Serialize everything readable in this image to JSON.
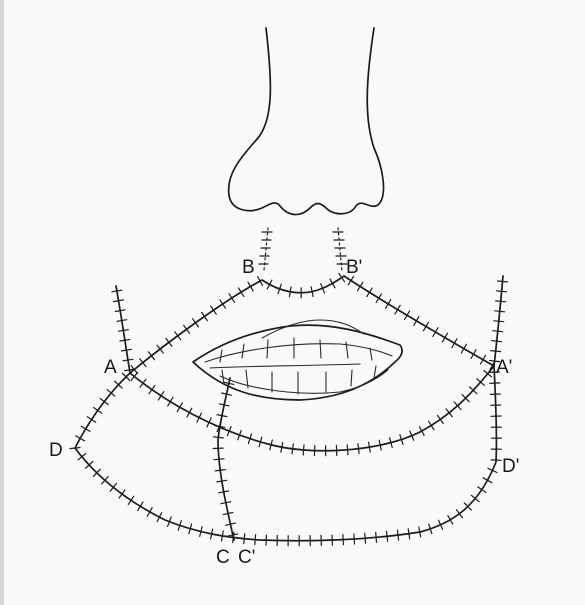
{
  "labels": {
    "a": "A",
    "a_prime": "A'",
    "b": "B",
    "b_prime": "B'",
    "c": "C",
    "c_prime": "C'",
    "d": "D",
    "d_prime": "D'"
  }
}
